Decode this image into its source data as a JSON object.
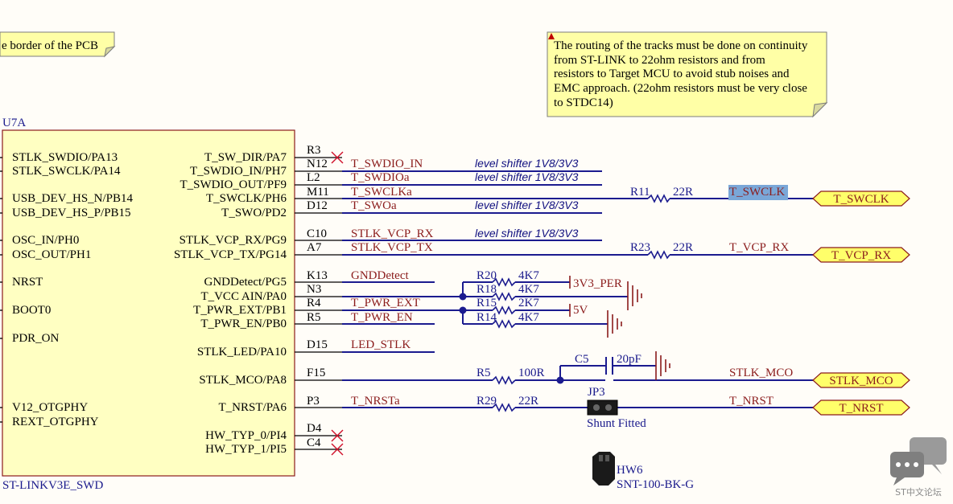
{
  "notes": {
    "left": "e border of the PCB",
    "right": [
      "The routing of the tracks must be done on continuity",
      "from ST-LINK to 22ohm resistors and from",
      "resistors to Target MCU to avoid stub noises and",
      "EMC approach. (22ohm resistors must be very close",
      "to STDC14)"
    ]
  },
  "component": {
    "ref": "U7A",
    "name": "ST-LINKV3E_SWD",
    "left_pins": [
      "STLK_SWDIO/PA13",
      "STLK_SWCLK/PA14",
      "USB_DEV_HS_N/PB14",
      "USB_DEV_HS_P/PB15",
      "OSC_IN/PH0",
      "OSC_OUT/PH1",
      "NRST",
      "BOOT0",
      "PDR_ON",
      "V12_OTGPHY",
      "REXT_OTGPHY"
    ],
    "right_pins": [
      "T_SW_DIR/PA7",
      "T_SWDIO_IN/PH7",
      "T_SWDIO_OUT/PF9",
      "T_SWCLK/PH6",
      "T_SWO/PD2",
      "STLK_VCP_RX/PG9",
      "STLK_VCP_TX/PG14",
      "GNDDetect/PG5",
      "T_VCC AIN/PA0",
      "T_PWR_EXT/PB1",
      "T_PWR_EN/PB0",
      "STLK_LED/PA10",
      "STLK_MCO/PA8",
      "T_NRST/PA6",
      "HW_TYP_0/PI4",
      "HW_TYP_1/PI5"
    ],
    "ball_ids": [
      "R3",
      "N12",
      "L2",
      "M11",
      "D12",
      "C10",
      "A7",
      "K13",
      "N3",
      "R4",
      "R5",
      "D15",
      "F15",
      "P3",
      "D4",
      "C4"
    ]
  },
  "nets": {
    "swdio_in": "T_SWDIO_IN",
    "swdioa": "T_SWDIOa",
    "swclka": "T_SWCLKa",
    "swoa": "T_SWOa",
    "vcp_rx": "STLK_VCP_RX",
    "vcp_tx": "STLK_VCP_TX",
    "gnddetect": "GNDDetect",
    "pwr_ext": "T_PWR_EXT",
    "pwr_en": "T_PWR_EN",
    "led": "LED_STLK",
    "nrsta": "T_NRSTa",
    "swclk_out": "T_SWCLK",
    "vcp_rx_out": "T_VCP_RX",
    "mco_out": "STLK_MCO",
    "nrst_out": "T_NRST",
    "pwr_per": "3V3_PER",
    "v5": "5V"
  },
  "level_shifter": "level shifter 1V8/3V3",
  "resistors": {
    "r11": {
      "ref": "R11",
      "value": "22R"
    },
    "r23": {
      "ref": "R23",
      "value": "22R"
    },
    "r20": {
      "ref": "R20",
      "value": "4K7"
    },
    "r18": {
      "ref": "R18",
      "value": "4K7"
    },
    "r15": {
      "ref": "R15",
      "value": "2K7"
    },
    "r14": {
      "ref": "R14",
      "value": "4K7"
    },
    "r5": {
      "ref": "R5",
      "value": "100R"
    },
    "r29": {
      "ref": "R29",
      "value": "22R"
    }
  },
  "capacitor": {
    "ref": "C5",
    "value": "20pF"
  },
  "jumper": {
    "ref": "JP3",
    "status": "Shunt Fitted"
  },
  "shunt": {
    "ref": "HW6",
    "part": "SNT-100-BK-G"
  },
  "ports": {
    "swclk": "T_SWCLK",
    "vcp_rx": "T_VCP_RX",
    "mco": "STLK_MCO",
    "nrst": "T_NRST"
  },
  "watermark": "ST中文论坛",
  "colors": {
    "wire": "#1b1b8f",
    "net_label": "#8b1c1c",
    "component_fill": "#ffffc2",
    "port_fill": "#ffff6a",
    "selection": "#7aa7d8"
  }
}
